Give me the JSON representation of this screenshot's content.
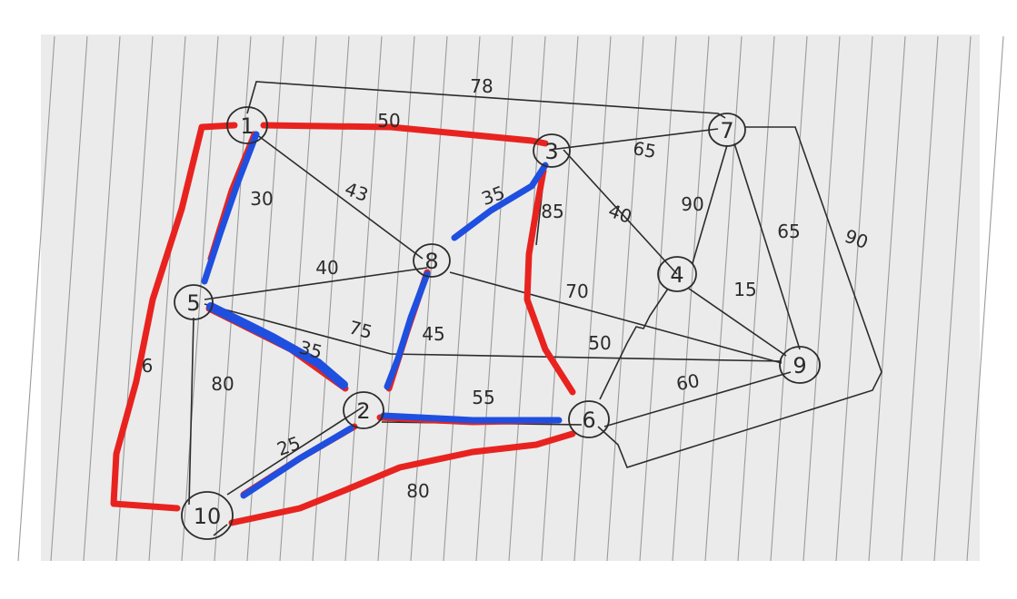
{
  "nodes": [
    {
      "id": "n1",
      "label": "1"
    },
    {
      "id": "n2",
      "label": "2"
    },
    {
      "id": "n3",
      "label": "3"
    },
    {
      "id": "n4",
      "label": "4"
    },
    {
      "id": "n5",
      "label": "5"
    },
    {
      "id": "n6",
      "label": "6"
    },
    {
      "id": "n7",
      "label": "7"
    },
    {
      "id": "n8",
      "label": "8"
    },
    {
      "id": "n9",
      "label": "9"
    },
    {
      "id": "n10",
      "label": "10"
    }
  ],
  "edges": [
    {
      "a": "n1",
      "b": "n7",
      "weight": "78"
    },
    {
      "a": "n1",
      "b": "n3",
      "weight": "50"
    },
    {
      "a": "n1",
      "b": "n5",
      "weight": "30"
    },
    {
      "a": "n1",
      "b": "n8",
      "weight": "43"
    },
    {
      "a": "n3",
      "b": "n7",
      "weight": "65"
    },
    {
      "a": "n3",
      "b": "n8",
      "weight": "35"
    },
    {
      "a": "n3",
      "b": "n6",
      "weight": "85"
    },
    {
      "a": "n3",
      "b": "n4",
      "weight": "40"
    },
    {
      "a": "n7",
      "b": "n4",
      "weight": "90"
    },
    {
      "a": "n7",
      "b": "n9",
      "weight": "65"
    },
    {
      "a": "n7",
      "b": "n6",
      "weight": "90"
    },
    {
      "a": "n5",
      "b": "n8",
      "weight": "40"
    },
    {
      "a": "n5",
      "b": "n2",
      "weight": "35"
    },
    {
      "a": "n5",
      "b": "n9",
      "weight": "75"
    },
    {
      "a": "n5",
      "b": "n10",
      "weight": "80"
    },
    {
      "a": "n8",
      "b": "n2",
      "weight": "45"
    },
    {
      "a": "n8",
      "b": "n9",
      "weight": "70"
    },
    {
      "a": "n4",
      "b": "n9",
      "weight": "15"
    },
    {
      "a": "n4",
      "b": "n6",
      "weight": "50"
    },
    {
      "a": "n2",
      "b": "n6",
      "weight": "55"
    },
    {
      "a": "n6",
      "b": "n9",
      "weight": "60"
    },
    {
      "a": "n2",
      "b": "n10",
      "weight": "25"
    },
    {
      "a": "n10",
      "b": "n6",
      "weight": "80"
    },
    {
      "a": "n1",
      "b": "n10",
      "weight": "6"
    }
  ],
  "highlight_colors": {
    "red_path": "#e8231f",
    "blue_tree": "#1f4fe0"
  }
}
